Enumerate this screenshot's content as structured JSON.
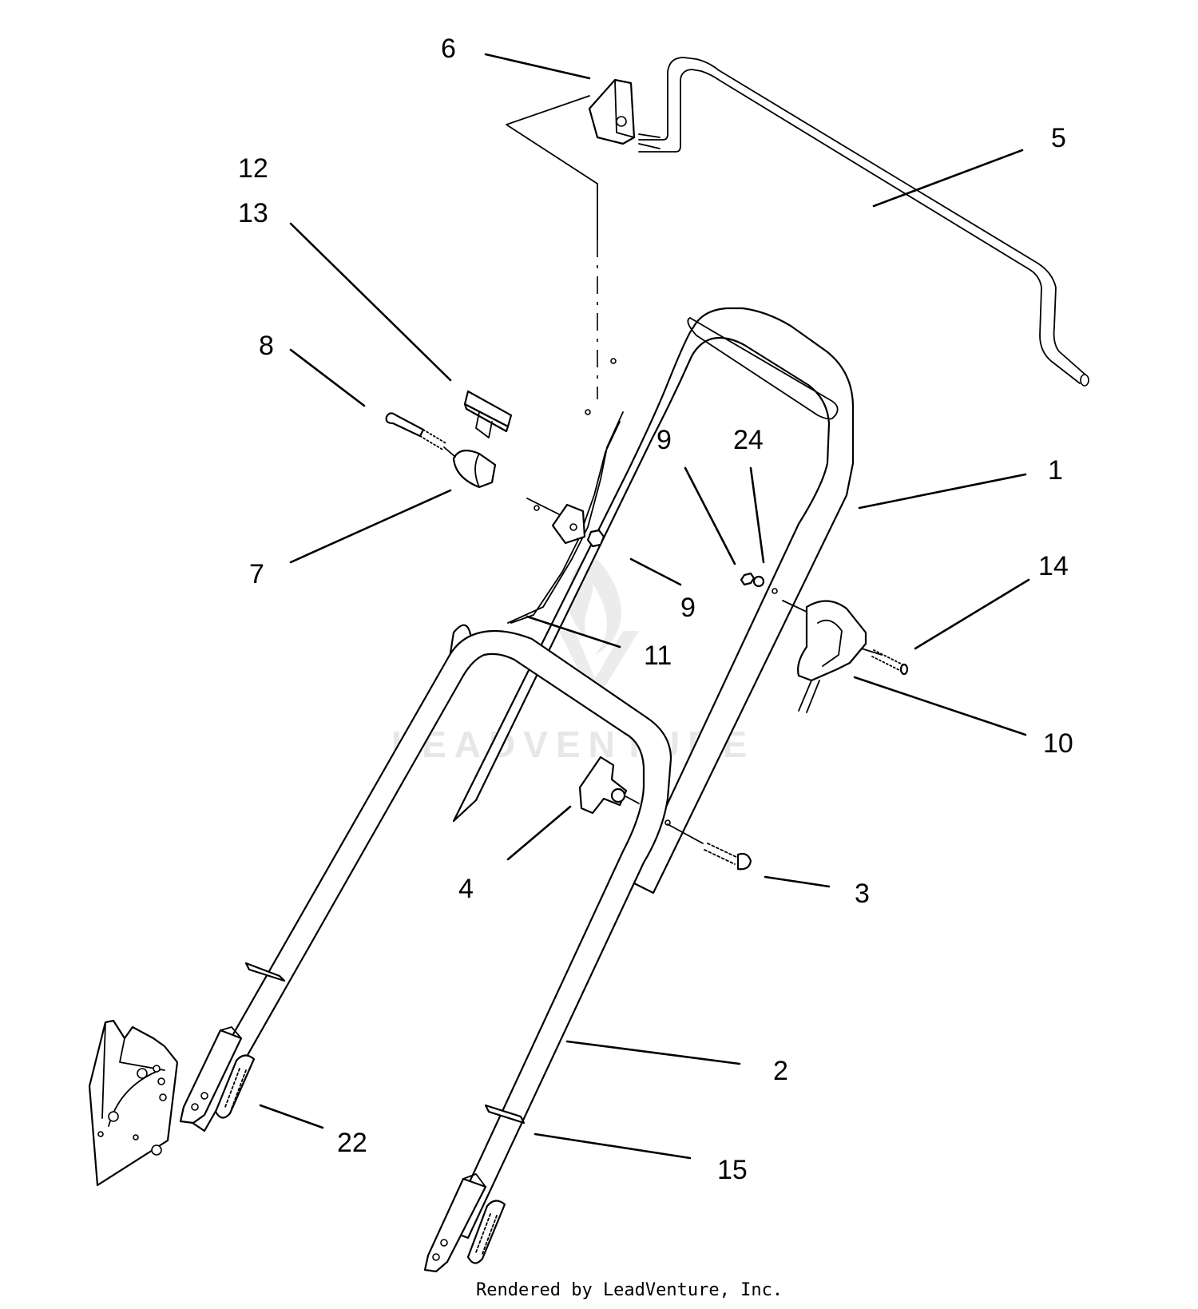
{
  "callouts": [
    {
      "id": "c6",
      "text": "6"
    },
    {
      "id": "c5",
      "text": "5"
    },
    {
      "id": "c12",
      "text": "12"
    },
    {
      "id": "c13",
      "text": "13"
    },
    {
      "id": "c8",
      "text": "8"
    },
    {
      "id": "c9a",
      "text": "9"
    },
    {
      "id": "c24",
      "text": "24"
    },
    {
      "id": "c1",
      "text": "1"
    },
    {
      "id": "c7",
      "text": "7"
    },
    {
      "id": "c9b",
      "text": "9"
    },
    {
      "id": "c14",
      "text": "14"
    },
    {
      "id": "c11",
      "text": "11"
    },
    {
      "id": "c10",
      "text": "10"
    },
    {
      "id": "c4",
      "text": "4"
    },
    {
      "id": "c3",
      "text": "3"
    },
    {
      "id": "c2",
      "text": "2"
    },
    {
      "id": "c22",
      "text": "22"
    },
    {
      "id": "c15",
      "text": "15"
    }
  ],
  "watermark": "LEADVENTURE",
  "footer": "Rendered by LeadVenture, Inc."
}
